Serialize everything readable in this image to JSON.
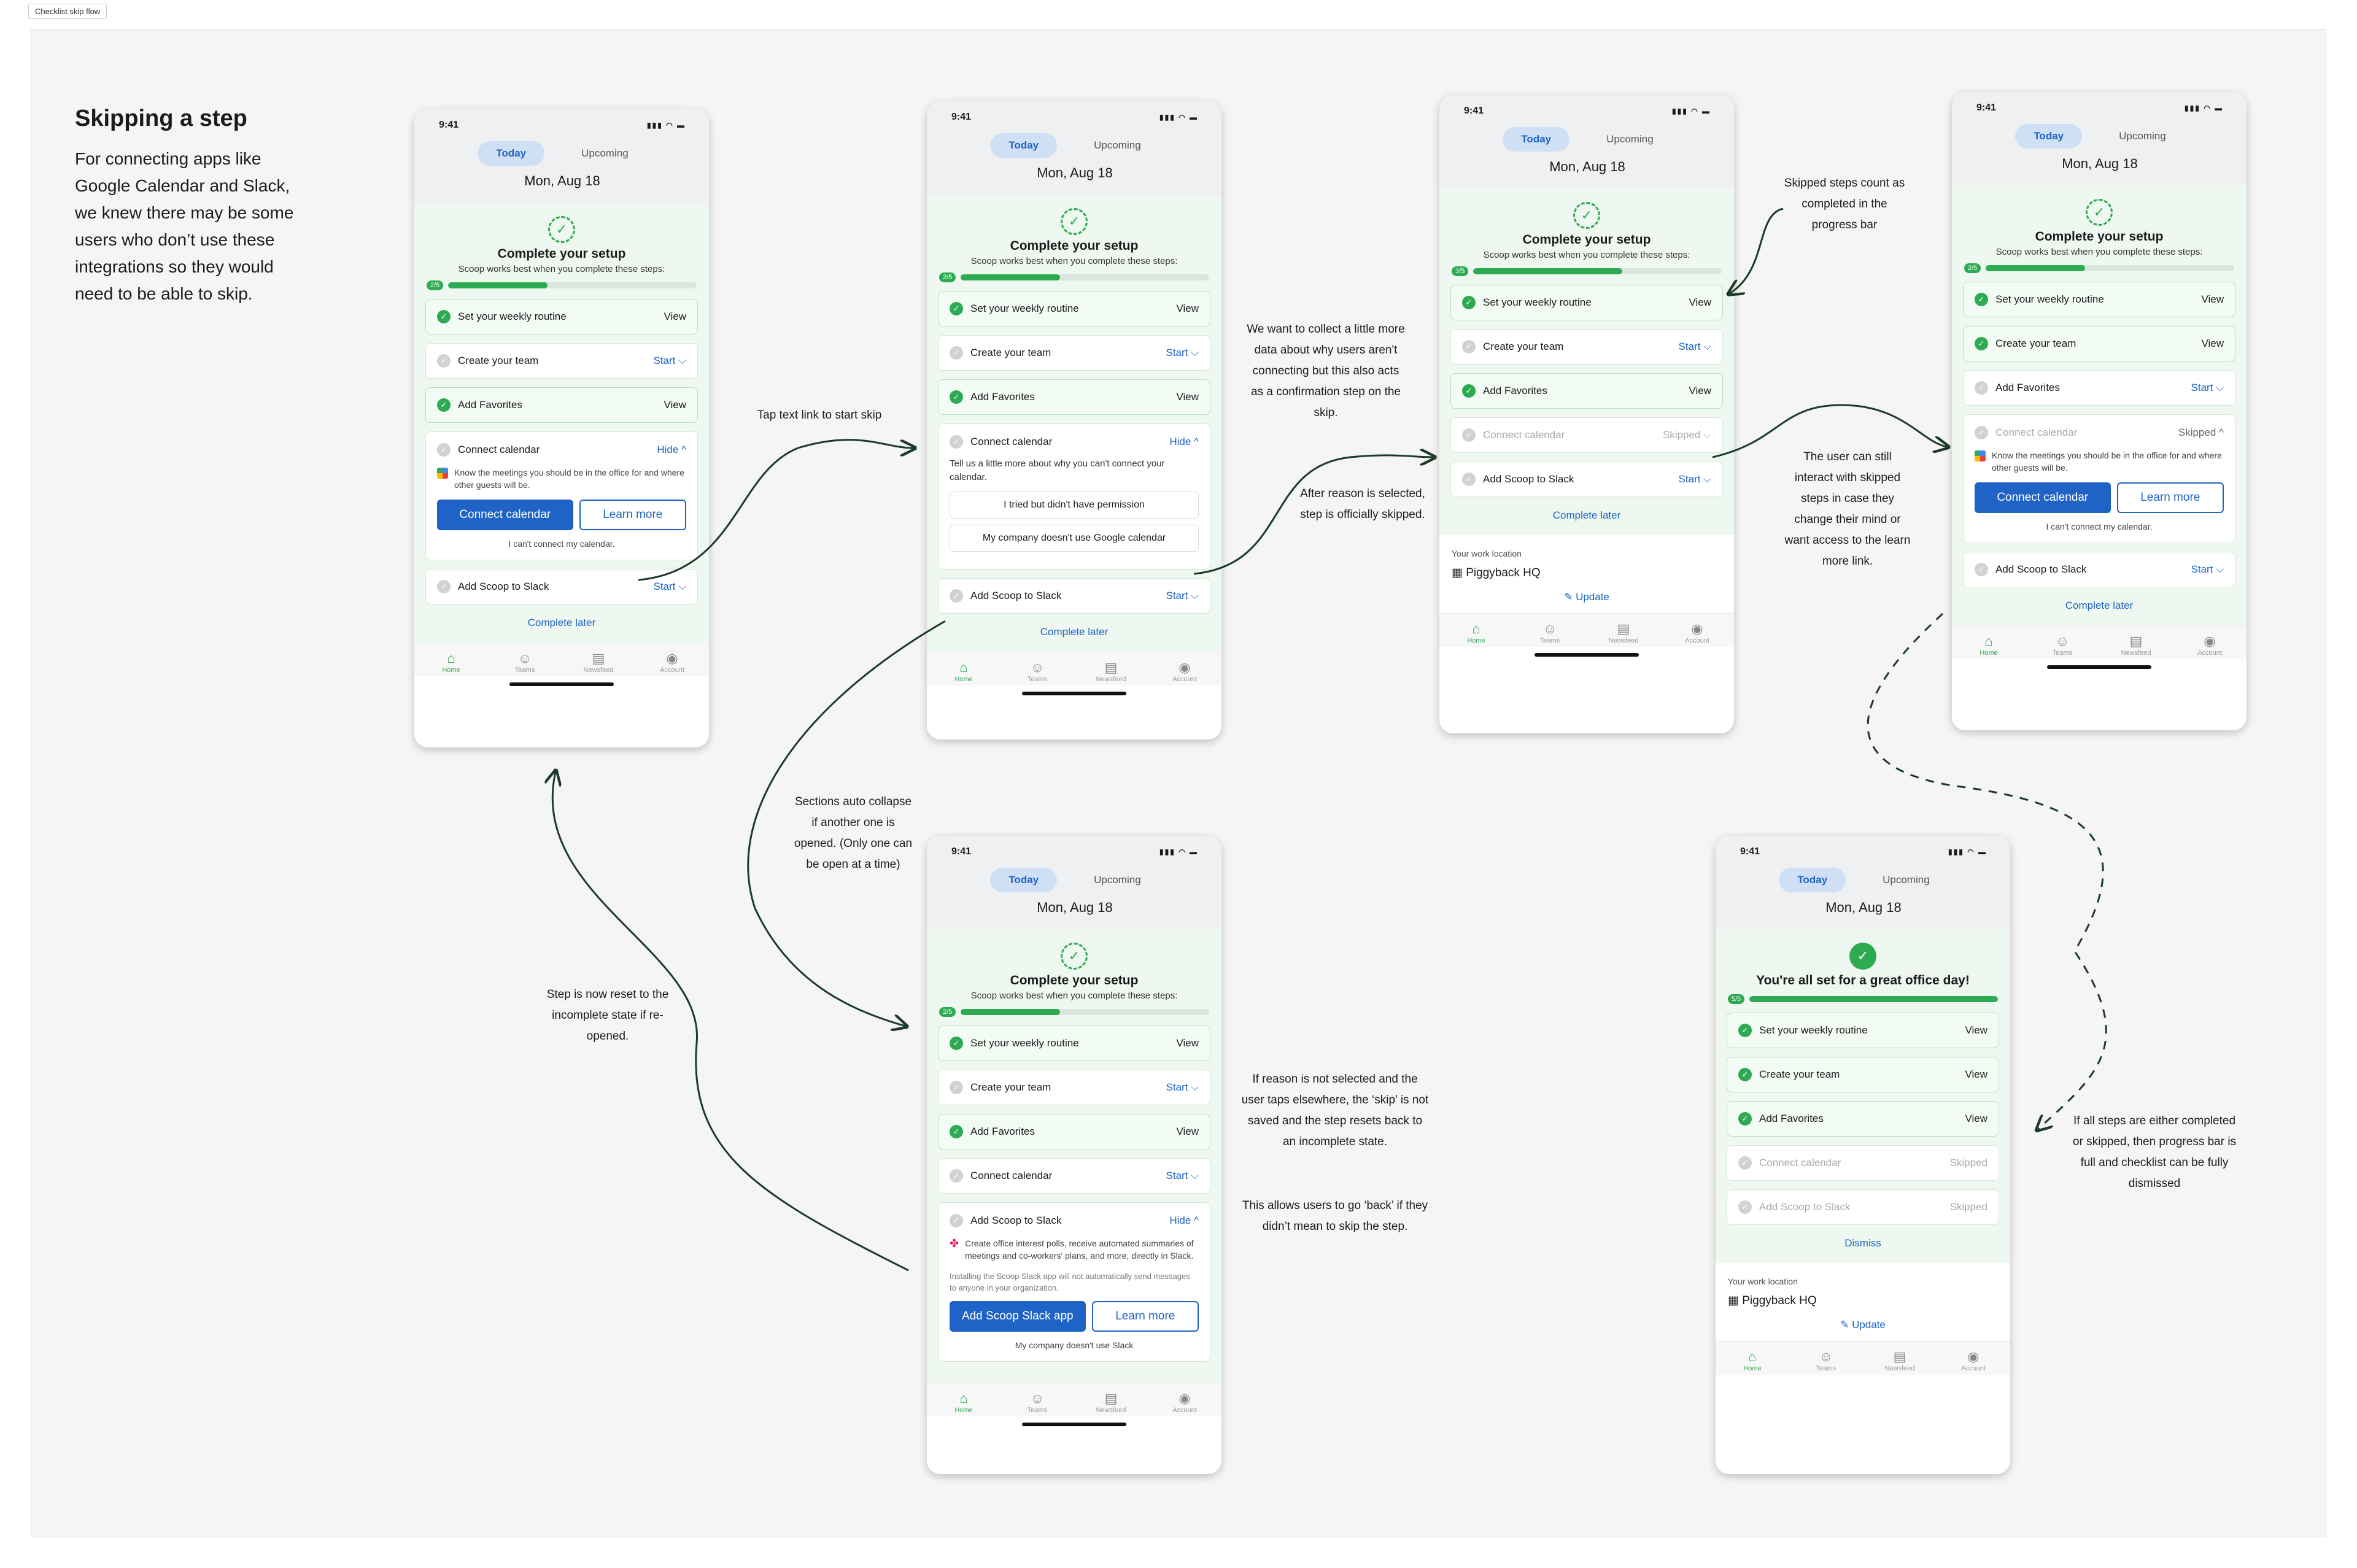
{
  "page": {
    "tag": "Checklist skip flow"
  },
  "intro": {
    "title": "Skipping a step",
    "body": "For connecting apps like Google Calendar and Slack, we knew there may be some users who don’t use these integrations so they would need to be able to skip."
  },
  "common": {
    "time": "9:41",
    "tab_today": "Today",
    "tab_upcoming": "Upcoming",
    "date": "Mon, Aug 18",
    "setup_title": "Complete your setup",
    "setup_sub": "Scoop works best when you complete these steps:",
    "complete_later": "Complete later",
    "nav": [
      "Home",
      "Teams",
      "Newsfeed",
      "Account"
    ],
    "work_location_label": "Your work location",
    "work_location": "Piggyback HQ",
    "update": "Update"
  },
  "phone1": {
    "badge": "2/5",
    "steps": [
      {
        "label": "Set your weekly routine",
        "action": "View"
      },
      {
        "label": "Create your team",
        "action": "Start ⌵"
      },
      {
        "label": "Add Favorites",
        "action": "View"
      }
    ],
    "expanded": {
      "label": "Connect calendar",
      "action": "Hide ^",
      "desc": "Know the meetings you should be in the office for and where other guests will be.",
      "primary": "Connect calendar",
      "secondary": "Learn more",
      "link": "I can't connect my calendar."
    },
    "last": {
      "label": "Add Scoop to Slack",
      "action": "Start ⌵"
    }
  },
  "phone2": {
    "badge": "2/5",
    "steps": [
      {
        "label": "Set your weekly routine",
        "action": "View"
      },
      {
        "label": "Create your team",
        "action": "Start ⌵"
      },
      {
        "label": "Add Favorites",
        "action": "View"
      }
    ],
    "expanded": {
      "label": "Connect calendar",
      "action": "Hide ^",
      "prompt": "Tell us a little more about why you can't connect your calendar.",
      "reason1": "I tried but didn't have permission",
      "reason2": "My company doesn't use Google calendar"
    },
    "last": {
      "label": "Add Scoop to Slack",
      "action": "Start ⌵"
    }
  },
  "phone3": {
    "badge": "3/5",
    "steps": [
      {
        "label": "Set your weekly routine",
        "action": "View"
      },
      {
        "label": "Create your team",
        "action": "Start ⌵"
      },
      {
        "label": "Add Favorites",
        "action": "View"
      },
      {
        "label": "Connect calendar",
        "action": "Skipped ⌵"
      },
      {
        "label": "Add Scoop to Slack",
        "action": "Start ⌵"
      }
    ]
  },
  "phone4": {
    "badge": "2/5",
    "steps": [
      {
        "label": "Set your weekly routine",
        "action": "View"
      },
      {
        "label": "Create your team",
        "action": "View"
      },
      {
        "label": "Add Favorites",
        "action": "Start ⌵"
      }
    ],
    "expanded": {
      "label": "Connect calendar",
      "action": "Skipped ^",
      "desc": "Know the meetings you should be in the office for and where other guests will be.",
      "primary": "Connect calendar",
      "secondary": "Learn more",
      "link": "I can't connect my calendar."
    },
    "last": {
      "label": "Add Scoop to Slack",
      "action": "Start ⌵"
    }
  },
  "phone5": {
    "badge": "2/5",
    "steps": [
      {
        "label": "Set your weekly routine",
        "action": "View"
      },
      {
        "label": "Create your team",
        "action": "Start ⌵"
      },
      {
        "label": "Add Favorites",
        "action": "View"
      },
      {
        "label": "Connect calendar",
        "action": "Start ⌵"
      }
    ],
    "expanded": {
      "label": "Add Scoop to Slack",
      "action": "Hide ^",
      "desc": "Create office interest polls, receive automated summaries of meetings and co-workers' plans, and more, directly in Slack.",
      "note": "Installing the Scoop Slack app will not automatically send messages to anyone in your organization.",
      "primary": "Add Scoop Slack app",
      "secondary": "Learn more",
      "link": "My company doesn't use Slack"
    }
  },
  "phone6": {
    "badge": "5/5",
    "title": "You're all set for a great office day!",
    "steps": [
      {
        "label": "Set your weekly routine",
        "action": "View"
      },
      {
        "label": "Create your team",
        "action": "View"
      },
      {
        "label": "Add Favorites",
        "action": "View"
      },
      {
        "label": "Connect calendar",
        "action": "Skipped"
      },
      {
        "label": "Add Scoop to Slack",
        "action": "Skipped"
      }
    ],
    "dismiss": "Dismiss"
  },
  "notes": {
    "tap": "Tap text link to start skip",
    "collect": "We want to collect a little more data about why users aren't connecting but this also acts as a confirmation step on the skip.",
    "after": "After reason is selected, step is officially skipped.",
    "skipped_count": "Skipped steps count as completed in the progress bar",
    "interact": "The user can still interact with skipped steps in case they change their mind or want access to the learn more link.",
    "collapse": "Sections auto collapse if another one is opened. (Only one can be open at a time)",
    "reset": "Step is now reset to the incomplete state if re-opened.",
    "not_selected": "If reason is not selected and the user taps elsewhere, the ‘skip’ is not saved and the step resets back to an incomplete state.",
    "go_back": "This allows users to go ‘back’ if they didn’t mean to skip the step.",
    "all_done": "If all steps are either completed or skipped, then progress bar is full and checklist can be fully dismissed"
  },
  "colors": {
    "accent": "#1e63c5",
    "success": "#2eaa52",
    "setup_bg": "#eef8f0"
  },
  "progress": {
    "phone1": 0.4,
    "phone2": 0.4,
    "phone3": 0.6,
    "phone4": 0.4,
    "phone5": 0.4,
    "phone6": 1.0
  }
}
